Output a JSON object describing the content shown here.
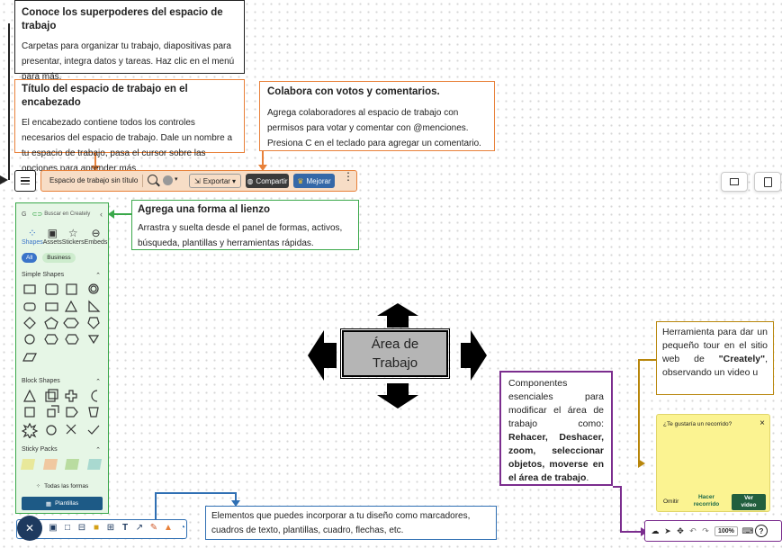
{
  "callouts": {
    "workspace": {
      "title": "Conoce los superpoderes del espacio de trabajo",
      "body": "Carpetas para organizar tu trabajo, diapositivas para presentar, integra datos y tareas. Haz clic en el menú para más."
    },
    "header_title": {
      "title": "Título del espacio de trabajo en el encabezado",
      "body": "El encabezado contiene todos los controles necesarios del espacio de trabajo. Dale un nombre a tu espacio de trabajo, pasa el cursor sobre las opciones para aprender más."
    },
    "collaborate": {
      "title": "Colabora con votos y comentarios.",
      "body": "Agrega colaboradores al espacio de trabajo con permisos para votar y comentar con @menciones. Presiona C en el teclado para agregar un comentario."
    },
    "add_shape": {
      "title": "Agrega una forma al lienzo",
      "body": "Arrastra y suelta desde el panel de formas, activos, búsqueda, plantillas y herramientas rápidas."
    },
    "tour_tool": {
      "body_pre": "Herramienta para dar un pequeño tour en el sitio web de ",
      "brand": "\"Creately\"",
      "body_post": ", observando un video u"
    },
    "components": {
      "body_pre": "Componentes esenciales para modificar el área de trabajo como: ",
      "bold": "Rehacer, Deshacer, zoom, seleccionar objetos, moverse en el área de trabajo",
      "body_post": "."
    },
    "elements": {
      "body": "Elementos que puedes incorporar a tu diseño como marcadores, cuadros de texto, plantillas, cuadro, flechas, etc."
    }
  },
  "header": {
    "title": "Espacio de trabajo sin título",
    "export_label": "Exportar",
    "share_label": "Compartir",
    "upgrade_label": "Mejorar"
  },
  "sidebar": {
    "search_placeholder": "Buscar en Creately",
    "tabs": [
      {
        "label": "Shapes"
      },
      {
        "label": "Assets"
      },
      {
        "label": "Stickers"
      },
      {
        "label": "Embeds"
      }
    ],
    "filters": [
      "All",
      "Business"
    ],
    "sections": [
      "Simple Shapes",
      "Block Shapes",
      "Sticky Packs"
    ],
    "all_shapes_label": "Todas las formas",
    "templates_label": "Plantillas"
  },
  "canvas": {
    "center_label_line1": "Área de",
    "center_label_line2": "Trabajo"
  },
  "tour_popup": {
    "question": "¿Te gustaría un recorrido?",
    "skip": "Omitir",
    "guided": "Hacer recorrido",
    "video": "Ver video"
  },
  "bottom_right": {
    "zoom": "100%"
  },
  "colors": {
    "black": "#222222",
    "orange": "#e8813a",
    "green": "#3aa84a",
    "purple": "#7b2d8e",
    "gold": "#b8860b",
    "blue": "#2f6fb3",
    "header_bg": "#f7ddc6",
    "sidebar_bg": "#e6f6e6",
    "popup_bg": "#fbf391"
  }
}
